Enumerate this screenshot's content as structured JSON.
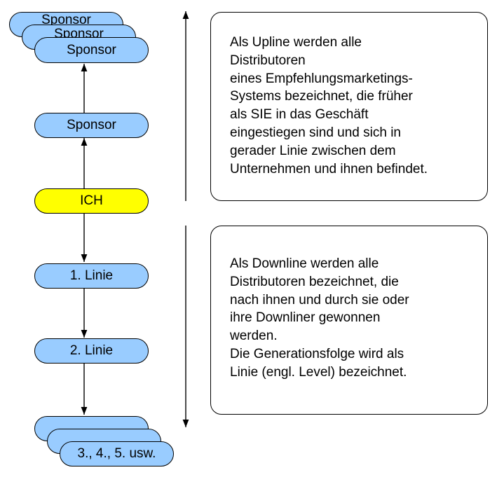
{
  "upline_chain": {
    "stack_top": [
      "Sponsor",
      "Sponsor",
      "Sponsor"
    ],
    "sponsor": "Sponsor",
    "ich": "ICH"
  },
  "downline_chain": {
    "level1": "1. Linie",
    "level2": "2. Linie",
    "stack_bottom": [
      "",
      "",
      "3., 4., 5. usw."
    ]
  },
  "upline_box": {
    "text": "Als Upline werden alle\nDistributoren\neines Empfehlungsmarketings-\nSystems bezeichnet, die früher\nals SIE in das Geschäft\neingestiegen sind und sich in\ngerader Linie zwischen dem\nUnternehmen und ihnen befindet."
  },
  "downline_box": {
    "text": "Als Downline werden alle\nDistributoren bezeichnet, die\nnach ihnen und durch sie oder\nihre Downliner gewonnen\nwerden.\nDie Generationsfolge wird als\nLinie (engl. Level) bezeichnet."
  },
  "colors": {
    "node_blue": "#99ccff",
    "node_yellow": "#ffff00",
    "stroke": "#000000"
  }
}
